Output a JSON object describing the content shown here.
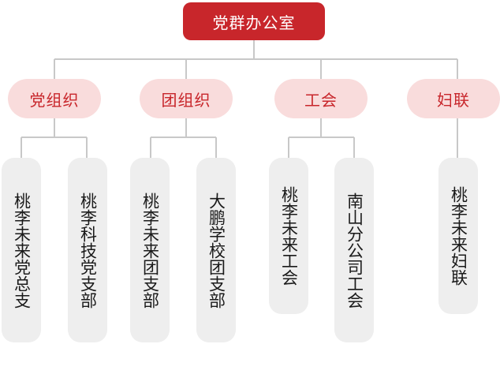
{
  "root": {
    "label": "党群办公室"
  },
  "departments": [
    {
      "label": "党组织"
    },
    {
      "label": "团组织"
    },
    {
      "label": "工会"
    },
    {
      "label": "妇联"
    }
  ],
  "units": {
    "party_1": "桃李未来党总支",
    "party_2": "桃李科技党支部",
    "youth_1": "桃李未来团支部",
    "youth_2": "大鹏学校团支部",
    "union_1": "桃李未来工会",
    "union_2": "南山分公司工会",
    "women_1": "桃李未来妇联"
  },
  "colors": {
    "root_fill": "#c8262b",
    "dept_fill": "#f9dcdc",
    "dept_text": "#c8262b",
    "leaf_fill": "#eeeeee",
    "connector": "#c8c8c8"
  }
}
